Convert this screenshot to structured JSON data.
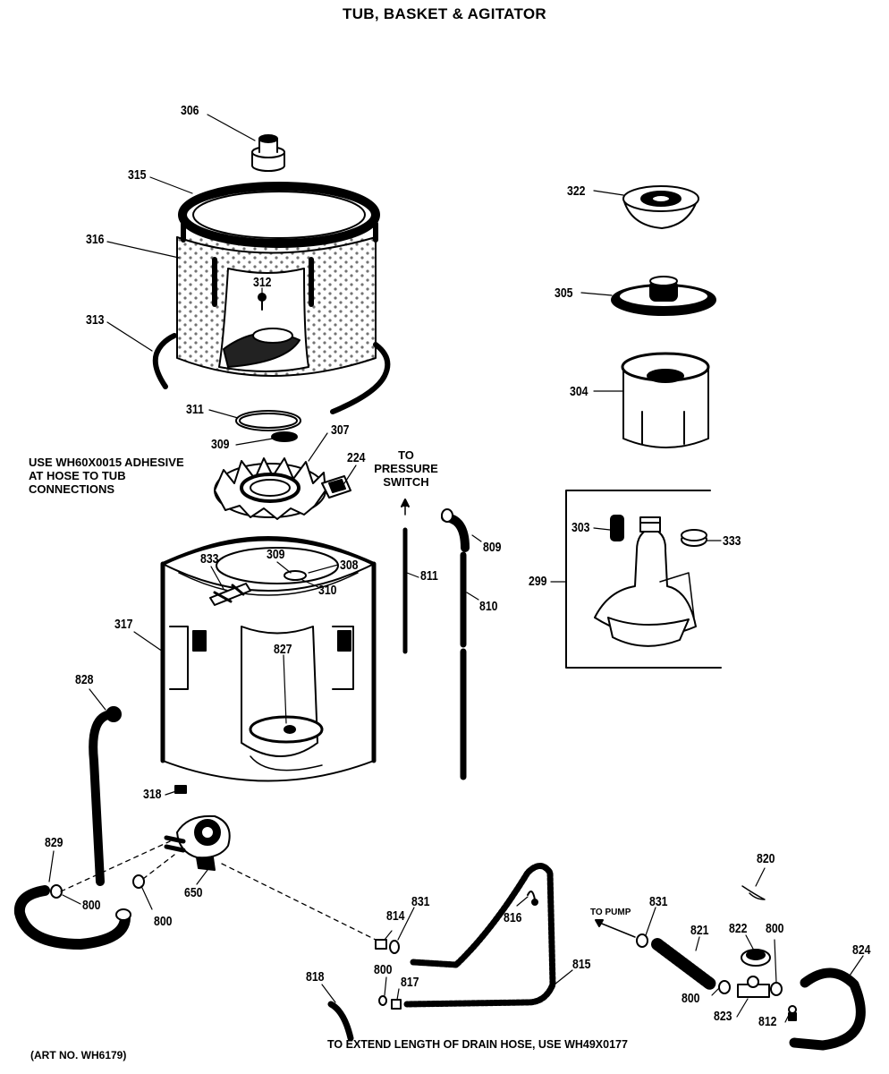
{
  "title": "TUB, BASKET & AGITATOR",
  "notes": {
    "adhesive": [
      "USE WH60X0015 ADHESIVE",
      "AT HOSE TO TUB",
      "CONNECTIONS"
    ],
    "pressure_switch": [
      "TO",
      "PRESSURE",
      "SWITCH"
    ],
    "to_pump": "TO PUMP",
    "drain_hose": "TO EXTEND LENGTH OF DRAIN HOSE, USE WH49X0177",
    "art_no": "(ART NO. WH6179)"
  },
  "parts": {
    "p306": "306",
    "p315": "315",
    "p316": "316",
    "p312": "312",
    "p313": "313",
    "p311": "311",
    "p309a": "309",
    "p307": "307",
    "p224": "224",
    "p322": "322",
    "p305": "305",
    "p304": "304",
    "p303": "303",
    "p333": "333",
    "p299": "299",
    "p809": "809",
    "p811": "811",
    "p810": "810",
    "p833": "833",
    "p309b": "309",
    "p308": "308",
    "p310": "310",
    "p317": "317",
    "p827": "827",
    "p828": "828",
    "p318": "318",
    "p829": "829",
    "p800a": "800",
    "p800b": "800",
    "p650": "650",
    "p814": "814",
    "p831a": "831",
    "p816": "816",
    "p800c": "800",
    "p817": "817",
    "p818": "818",
    "p815": "815",
    "p820": "820",
    "p831b": "831",
    "p821": "821",
    "p822": "822",
    "p800d": "800",
    "p824": "824",
    "p800e": "800",
    "p823": "823",
    "p812": "812"
  }
}
